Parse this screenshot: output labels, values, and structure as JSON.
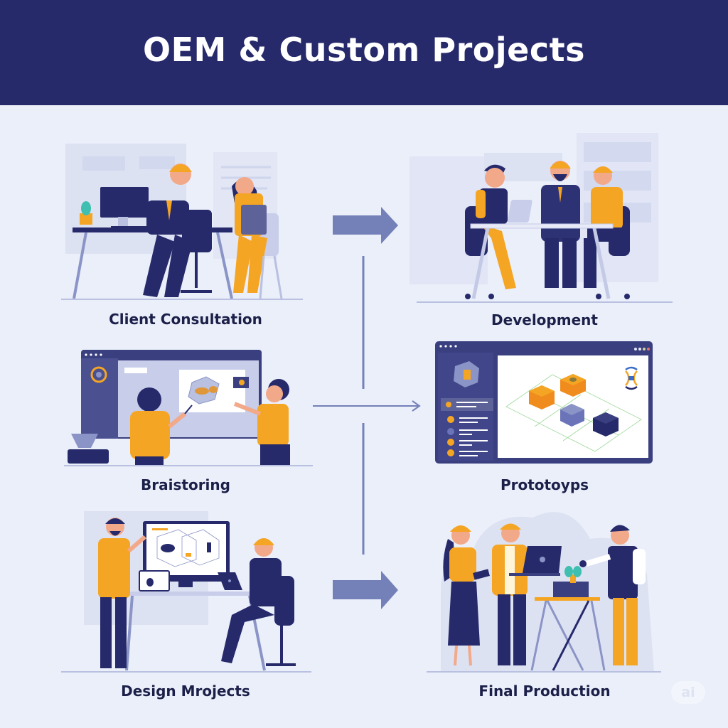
{
  "header": {
    "title": "OEM & Custom Projects"
  },
  "colors": {
    "header_bg": "#262a6b",
    "page_bg": "#eaeffa",
    "navy": "#262a6b",
    "orange": "#f5a524",
    "arrow": "#7480b8",
    "label_text": "#1c1f48"
  },
  "steps": [
    {
      "id": "client-consultation",
      "label": "Client Consultation"
    },
    {
      "id": "development",
      "label": "Development"
    },
    {
      "id": "brainstorming",
      "label": "Braistoring"
    },
    {
      "id": "prototypes",
      "label": "Prototoyps"
    },
    {
      "id": "design-projects",
      "label": "Design Mrojects"
    },
    {
      "id": "final-production",
      "label": "Final Production"
    }
  ],
  "connectors": [
    {
      "name": "arrow-top",
      "from": "Client Consultation",
      "to": "Development",
      "style": "block-arrow"
    },
    {
      "name": "arrow-middle",
      "from": "Braistoring",
      "to": "Prototoyps",
      "style": "thin-arrow"
    },
    {
      "name": "arrow-bottom",
      "from": "Design Mrojects",
      "to": "Final Production",
      "style": "block-arrow"
    }
  ],
  "watermark": {
    "text": "ai"
  }
}
